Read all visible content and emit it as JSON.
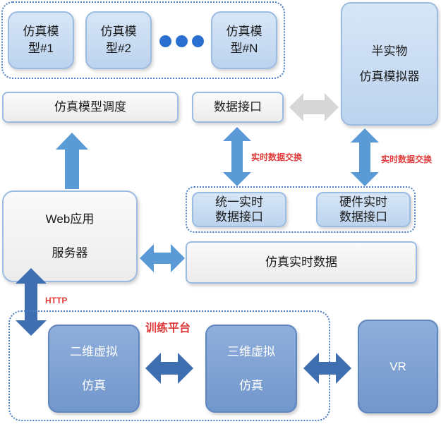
{
  "models": {
    "model1": "仿真模\n型#1",
    "model2": "仿真模\n型#2",
    "modelN": "仿真模\n型#N"
  },
  "scheduler": "仿真模型调度",
  "data_interface": "数据接口",
  "semi_physical": "半实物\n仿真模拟器",
  "exchange_label_1": "实时数据交换",
  "exchange_label_2": "实时数据交换",
  "unified_interface": "统一实时\n数据接口",
  "hardware_interface": "硬件实时\n数据接口",
  "web_server": "Web应用\n\n服务器",
  "realtime_data": "仿真实时数据",
  "http_label": "HTTP",
  "training_platform": "训练平台",
  "sim2d": "二维虚拟\n\n仿真",
  "sim3d": "三维虚拟\n\n仿真",
  "vr": "VR",
  "colors": {
    "arrow_blue": "#5b9bd5",
    "arrow_dark": "#3f6fb0",
    "arrow_grey": "#d6d6d6",
    "label_red": "#e03c3c"
  }
}
